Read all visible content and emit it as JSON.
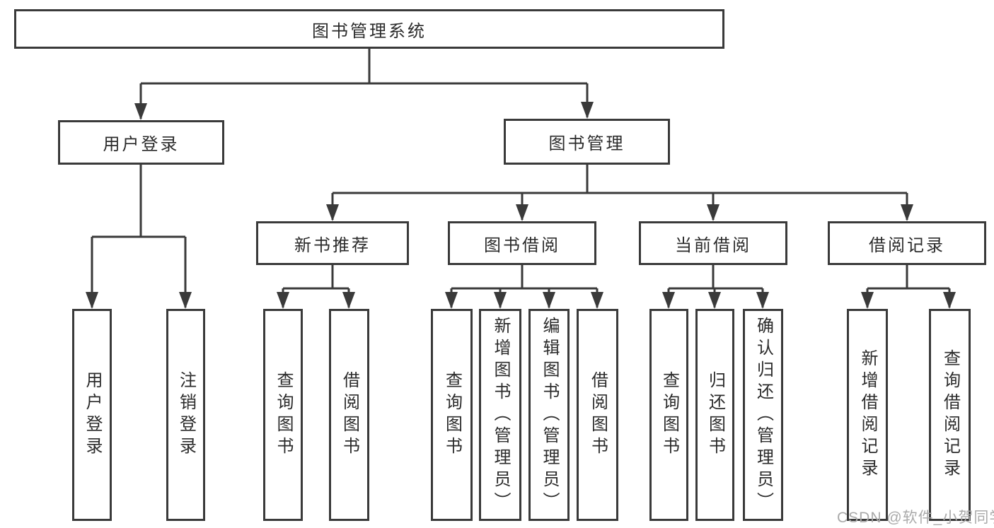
{
  "diagram": {
    "colors": {
      "line": "#3a3a3a",
      "box_border": "#3a3a3a",
      "text": "#2b2b2b",
      "background": "#ffffff",
      "watermark_text": "#aaaaaa"
    },
    "tree": {
      "label": "图书管理系统",
      "children": [
        {
          "label": "用户登录",
          "children": [
            {
              "label": "用户登录"
            },
            {
              "label": "注销登录"
            }
          ]
        },
        {
          "label": "图书管理",
          "children": [
            {
              "label": "新书推荐",
              "children": [
                {
                  "label": "查询图书"
                },
                {
                  "label": "借阅图书"
                }
              ]
            },
            {
              "label": "图书借阅",
              "children": [
                {
                  "label": "查询图书"
                },
                {
                  "label": "新增图书（管理员）"
                },
                {
                  "label": "编辑图书（管理员）"
                },
                {
                  "label": "借阅图书"
                }
              ]
            },
            {
              "label": "当前借阅",
              "children": [
                {
                  "label": "查询图书"
                },
                {
                  "label": "归还图书"
                },
                {
                  "label": "确认归还（管理员）"
                }
              ]
            },
            {
              "label": "借阅记录",
              "children": [
                {
                  "label": "新增借阅记录"
                },
                {
                  "label": "查询借阅记录"
                }
              ]
            }
          ]
        }
      ]
    },
    "watermark": "CSDN @软件_小贺同学"
  }
}
